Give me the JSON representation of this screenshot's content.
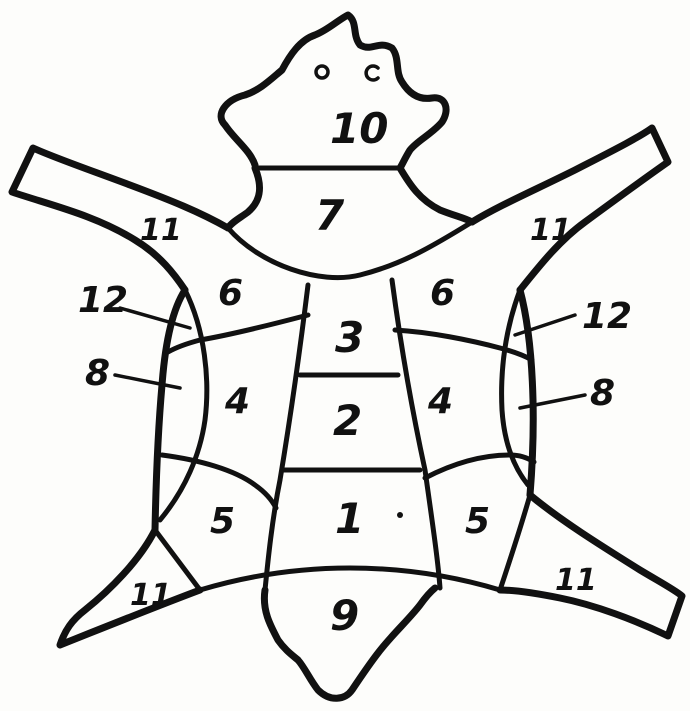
{
  "diagram": {
    "regions": {
      "r1": "1",
      "r2": "2",
      "r3": "3",
      "r4_left": "4",
      "r4_right": "4",
      "r5_left": "5",
      "r5_right": "5",
      "r6_left": "6",
      "r6_right": "6",
      "r7": "7",
      "r8_left": "8",
      "r8_right": "8",
      "r9": "9",
      "r10": "10",
      "r11_top_left": "11",
      "r11_top_right": "11",
      "r11_bottom_left": "11",
      "r11_bottom_right": "11",
      "r12_left": "12",
      "r12_right": "12"
    }
  }
}
